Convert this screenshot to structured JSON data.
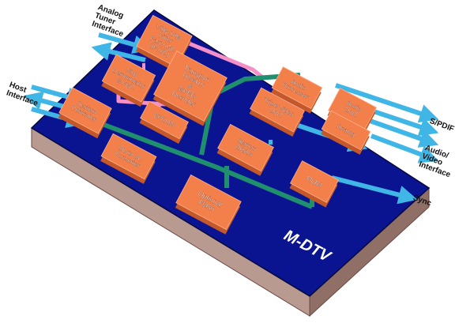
{
  "board": {
    "brand": "M-DTV",
    "colors": {
      "board_top": "#0a1490",
      "board_edge_front": "#b89a90",
      "board_edge_side": "#8f6f66",
      "chip_face": "#f3804b",
      "chip_side": "#c4582a",
      "bus_pink": "#f58fc8",
      "bus_green": "#1f8f6e",
      "arrow_blue": "#3fb6e6"
    }
  },
  "chips": [
    {
      "id": "vsb-saw",
      "lines": [
        "VSB SAW",
        "Filter",
        "Fast AGC",
        "(IF A/D)"
      ]
    },
    {
      "id": "vsb-demod",
      "lines": [
        "VSB",
        "Demodulator",
        "& FEC"
      ]
    },
    {
      "id": "transport",
      "lines": [
        "Transport",
        "DeMUX",
        "&",
        "MPEG",
        "Decoder"
      ]
    },
    {
      "id": "audio-proc",
      "lines": [
        "Audio",
        "Processor"
      ]
    },
    {
      "id": "triple-video-dac",
      "lines": [
        "Triple Video",
        "DAC"
      ]
    },
    {
      "id": "audio-dac",
      "lines": [
        "Audio",
        "DAC"
      ]
    },
    {
      "id": "analog",
      "lines": [
        "Analog"
      ]
    },
    {
      "id": "system-controller",
      "lines": [
        "System",
        "Controller"
      ]
    },
    {
      "id": "eprom",
      "lines": [
        "EPROM"
      ]
    },
    {
      "id": "system-dram",
      "lines": [
        "System",
        "DRAM"
      ]
    },
    {
      "id": "dc-dc",
      "lines": [
        "DC to DC",
        "Converter"
      ]
    },
    {
      "id": "rom",
      "lines": [
        "ROM"
      ]
    },
    {
      "id": "optional-flash",
      "lines": [
        "Optional",
        "Flash"
      ]
    }
  ],
  "labels": {
    "analog_tuner": [
      "Analog",
      "Tuner",
      "Interface"
    ],
    "host": [
      "Host",
      "Interface"
    ],
    "spdif": [
      "S/PDIF"
    ],
    "av_interface": [
      "Audio/",
      "Video",
      "Interface"
    ],
    "sync": [
      "Sync"
    ]
  }
}
